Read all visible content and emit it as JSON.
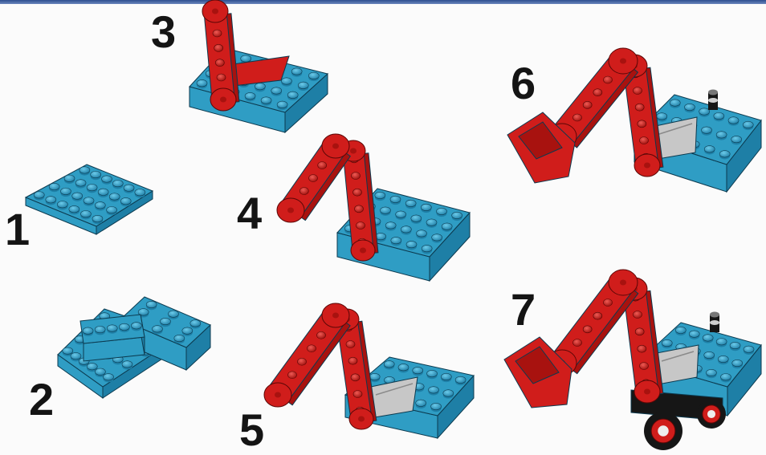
{
  "steps": [
    {
      "number": "1"
    },
    {
      "number": "2"
    },
    {
      "number": "3"
    },
    {
      "number": "4"
    },
    {
      "number": "5"
    },
    {
      "number": "6"
    },
    {
      "number": "7"
    }
  ],
  "colors": {
    "blue": "#2f9dc4",
    "blue_dark": "#1e7fa6",
    "red": "#d01d1b",
    "red_dark": "#a8120f",
    "grey": "#c7c7c7",
    "black": "#161616",
    "header_line": "#3a5a99"
  },
  "icons": [
    "lego-plate-icon",
    "lego-brick-icon",
    "excavator-arm-icon",
    "excavator-bucket-icon",
    "cabin-window-icon",
    "exhaust-pipe-icon",
    "wheel-icon"
  ]
}
